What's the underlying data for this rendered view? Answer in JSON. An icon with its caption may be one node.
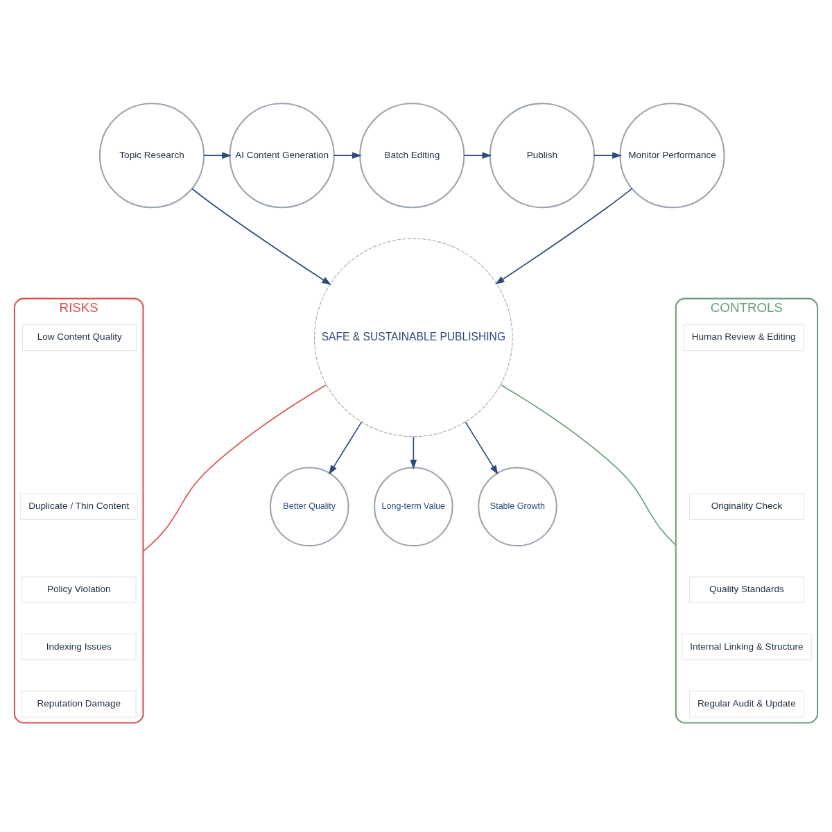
{
  "diagram": {
    "nodes": [
      {
        "text": [
          "Topic Research"
        ]
      },
      {
        "text": [
          "AI Content Generation"
        ]
      },
      {
        "text": [
          "Batch Editing"
        ]
      },
      {
        "text": [
          "Publish"
        ]
      },
      {
        "text": [
          "Monitor Performance"
        ]
      },
      {
        "text": [
          "RISKS"
        ]
      },
      {
        "text": [
          "Low Content Quality"
        ],
        "in": 5
      },
      {
        "text": [
          "Duplicate / Thin Content"
        ],
        "in": 5
      },
      {
        "text": [
          "Policy Violation"
        ],
        "in": 5
      },
      {
        "text": [
          "Indexing Issues"
        ],
        "in": 5
      },
      {
        "text": [
          "Reputation Damage"
        ],
        "in": 5
      },
      {
        "text": [
          "CONTROLS"
        ]
      },
      {
        "text": [
          "Human Review & Editing"
        ],
        "in": 11
      },
      {
        "text": [
          "Originality Check"
        ],
        "in": 11
      },
      {
        "text": [
          "Quality Standards"
        ],
        "in": 11
      },
      {
        "text": [
          "Internal Linking & Structure"
        ],
        "in": 11
      },
      {
        "text": [
          "Regular Audit & Update"
        ],
        "in": 11
      },
      {
        "text": [
          "SAFE & SUSTAINABLE PUBLISHING"
        ]
      },
      {
        "text": [
          "Better Quality"
        ]
      },
      {
        "text": [
          "Stable Growth"
        ]
      },
      {
        "text": [
          "Long-term Value"
        ]
      }
    ],
    "edges": [
      {
        "from": 0,
        "to": 1,
        "arrow": "to"
      },
      {
        "from": 1,
        "to": 2,
        "arrow": "to"
      },
      {
        "from": 2,
        "to": 3,
        "arrow": "to"
      },
      {
        "from": 3,
        "to": 4,
        "arrow": "to"
      },
      {
        "from": 0,
        "to": 17,
        "arrow": "to"
      },
      {
        "from": 4,
        "to": 17,
        "arrow": "to"
      },
      {
        "from": 5,
        "to": 17,
        "arrow": "none",
        "color": "#d9534f"
      },
      {
        "from": 11,
        "to": 17,
        "arrow": "none",
        "color": "#6b9e78"
      },
      {
        "from": 17,
        "to": 18,
        "arrow": "to"
      },
      {
        "from": 17,
        "to": 19,
        "arrow": "to"
      },
      {
        "from": 17,
        "to": 20,
        "arrow": "to"
      }
    ]
  }
}
